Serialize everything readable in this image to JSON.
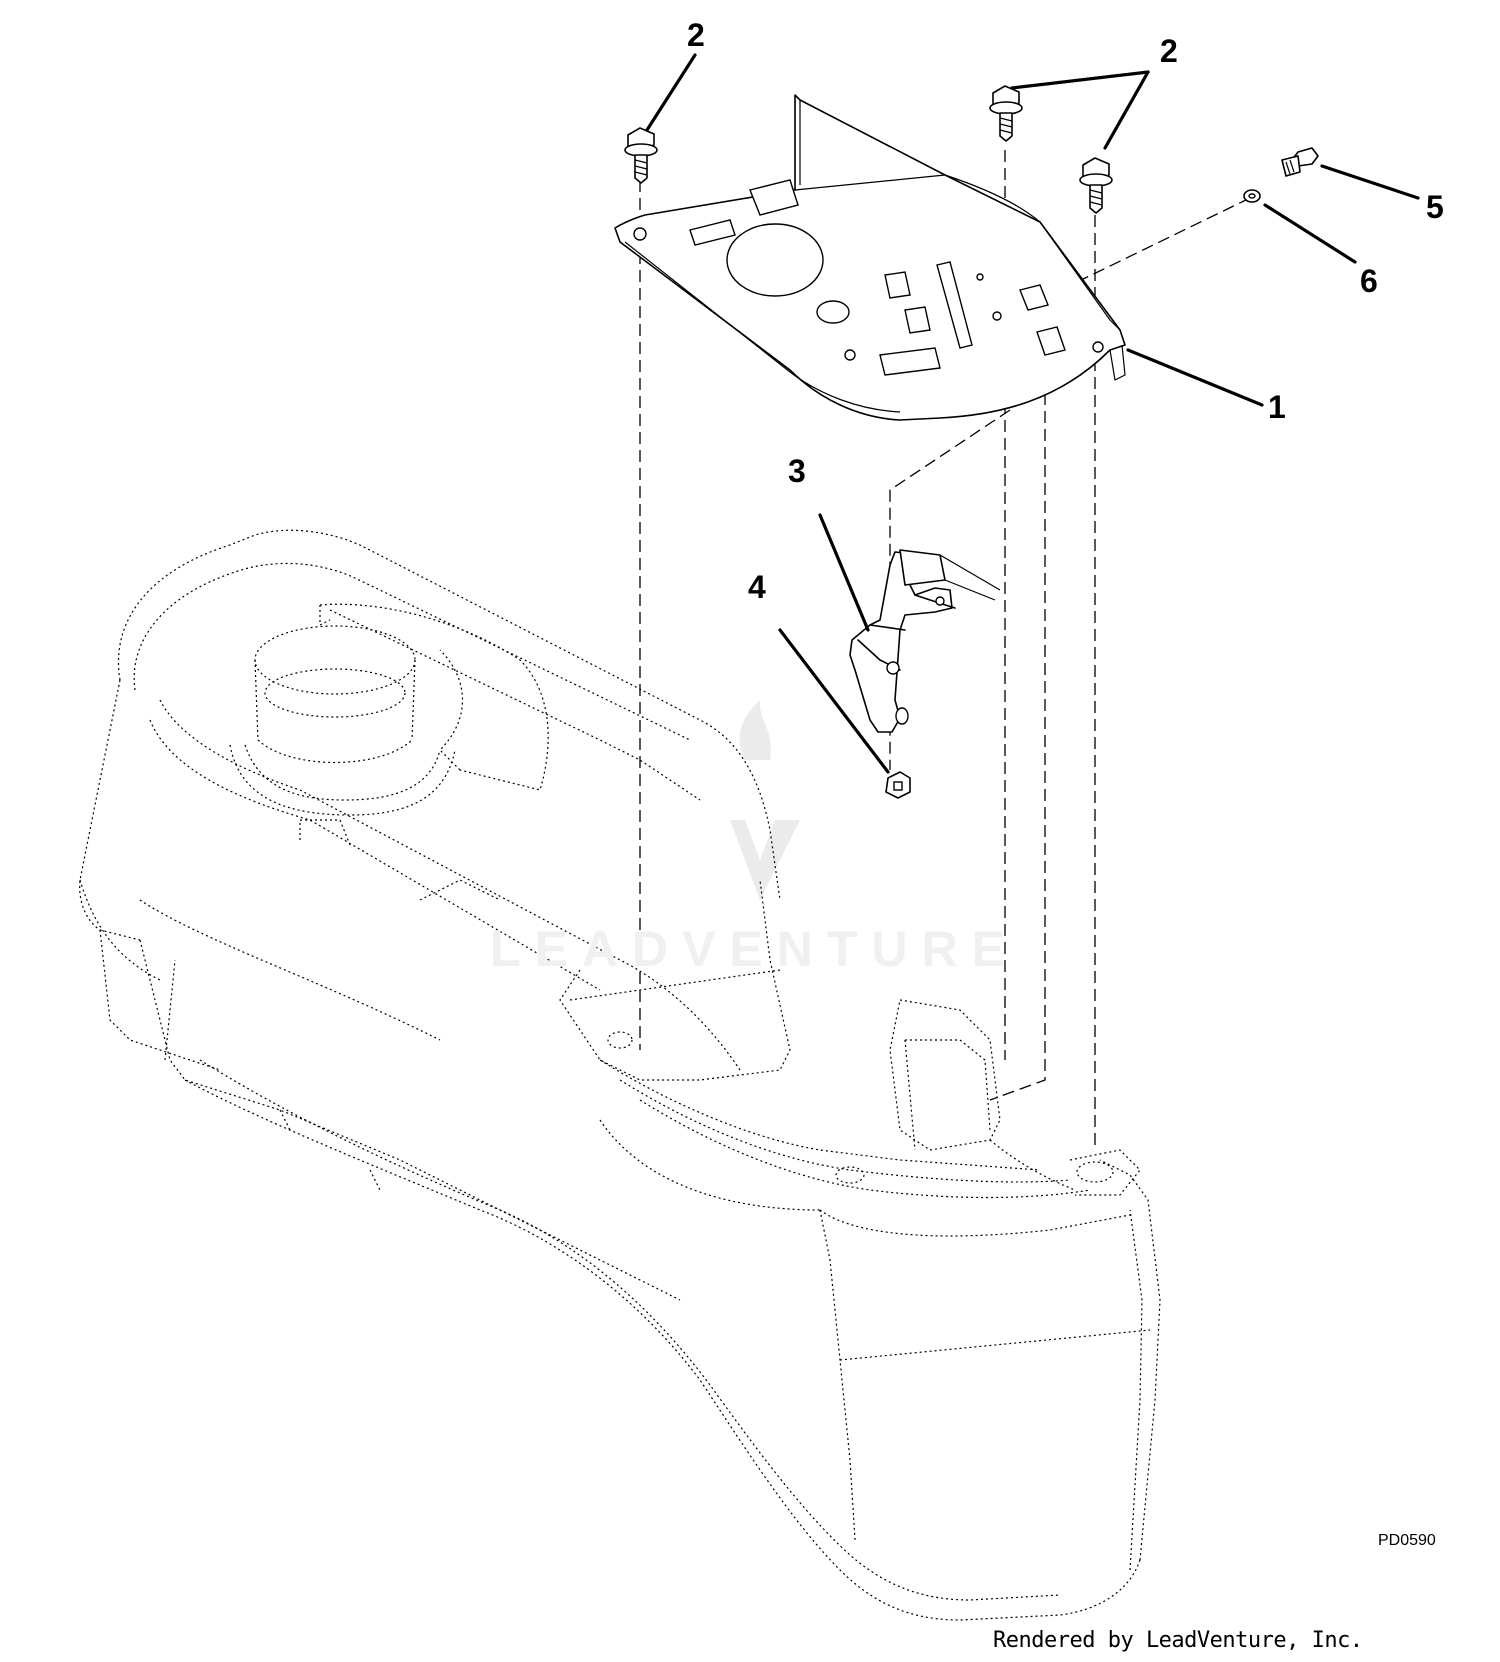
{
  "callouts": [
    {
      "id": "1",
      "label": "1",
      "part": "plate"
    },
    {
      "id": "2a",
      "label": "2",
      "part": "screw-left"
    },
    {
      "id": "2b",
      "label": "2",
      "part": "screw-right-pair"
    },
    {
      "id": "3",
      "label": "3",
      "part": "bracket"
    },
    {
      "id": "4",
      "label": "4",
      "part": "nut"
    },
    {
      "id": "5",
      "label": "5",
      "part": "small-screw"
    },
    {
      "id": "6",
      "label": "6",
      "part": "washer"
    }
  ],
  "figure_code": "PD0590",
  "rendered_by": "Rendered by LeadVenture, Inc.",
  "watermark": "LEADVENTURE"
}
